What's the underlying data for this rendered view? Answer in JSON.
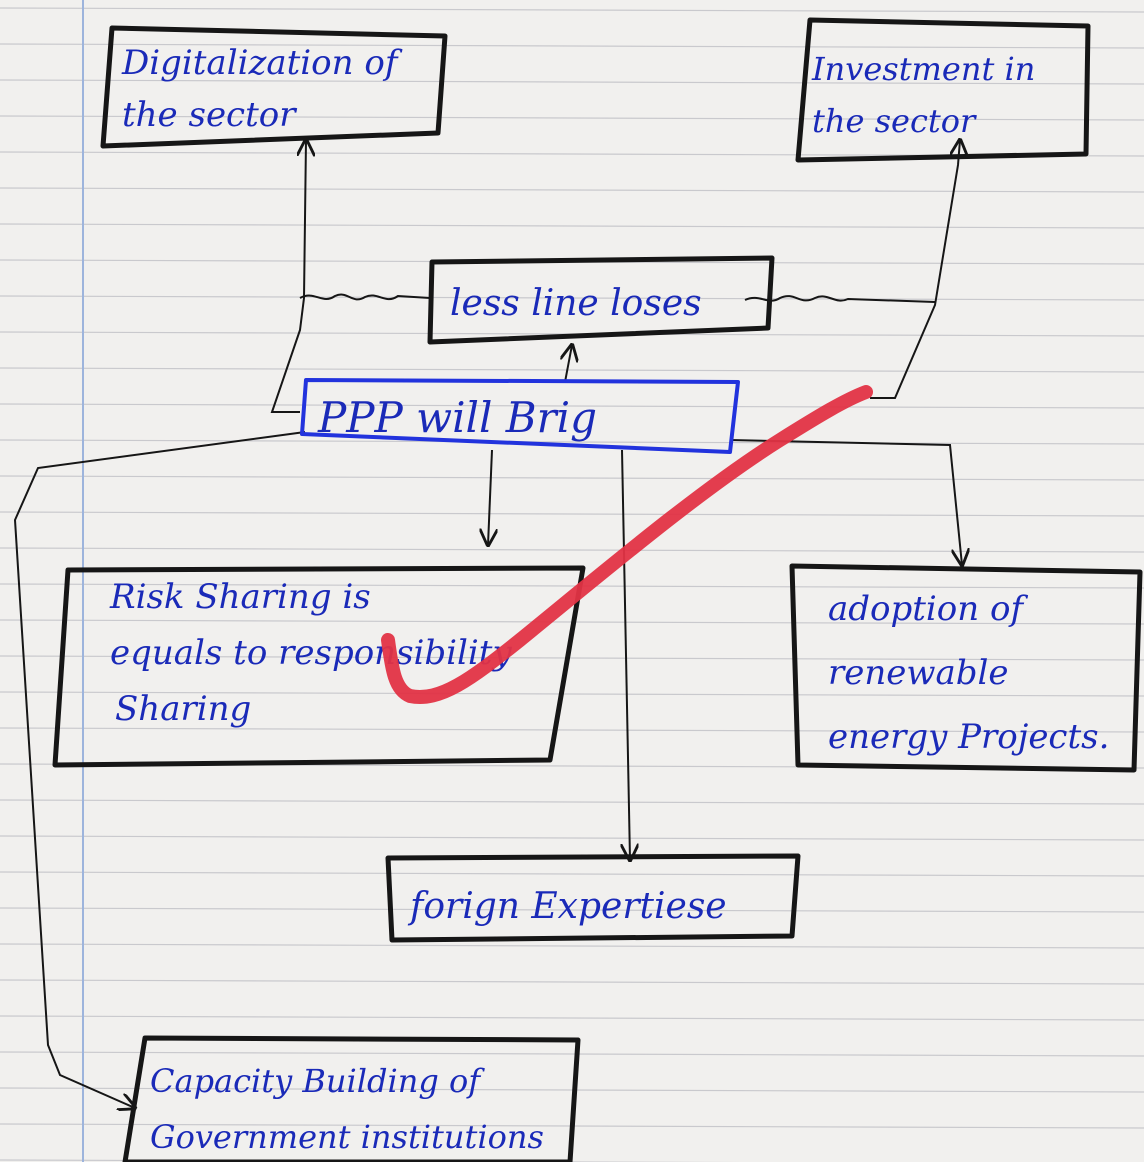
{
  "diagram": {
    "center": {
      "text": "PPP will Brig"
    },
    "nodes": {
      "digitalization": {
        "line1": "Digitalization of",
        "line2": "the sector"
      },
      "investment": {
        "line1": "Investment in",
        "line2": "the sector"
      },
      "line_losses": {
        "line1": "less line loses"
      },
      "risk_sharing": {
        "line1": "Risk Sharing is",
        "line2": "equals to responsibility",
        "line3": "Sharing"
      },
      "renewable": {
        "line1": "adoption of",
        "line2": "renewable",
        "line3": "energy Projects."
      },
      "foreign": {
        "line1": "forign Expertiese"
      },
      "capacity": {
        "line1": "Capacity Building of",
        "line2": "Government institutions"
      }
    }
  },
  "colors": {
    "paper": "#f1f0ee",
    "ruled_line": "#c9c9cd",
    "margin_line": "#9db4dc",
    "ink_black": "#161616",
    "ink_blue": "#1a2ab8",
    "center_border": "#2233dd",
    "red_check": "#e23345"
  }
}
